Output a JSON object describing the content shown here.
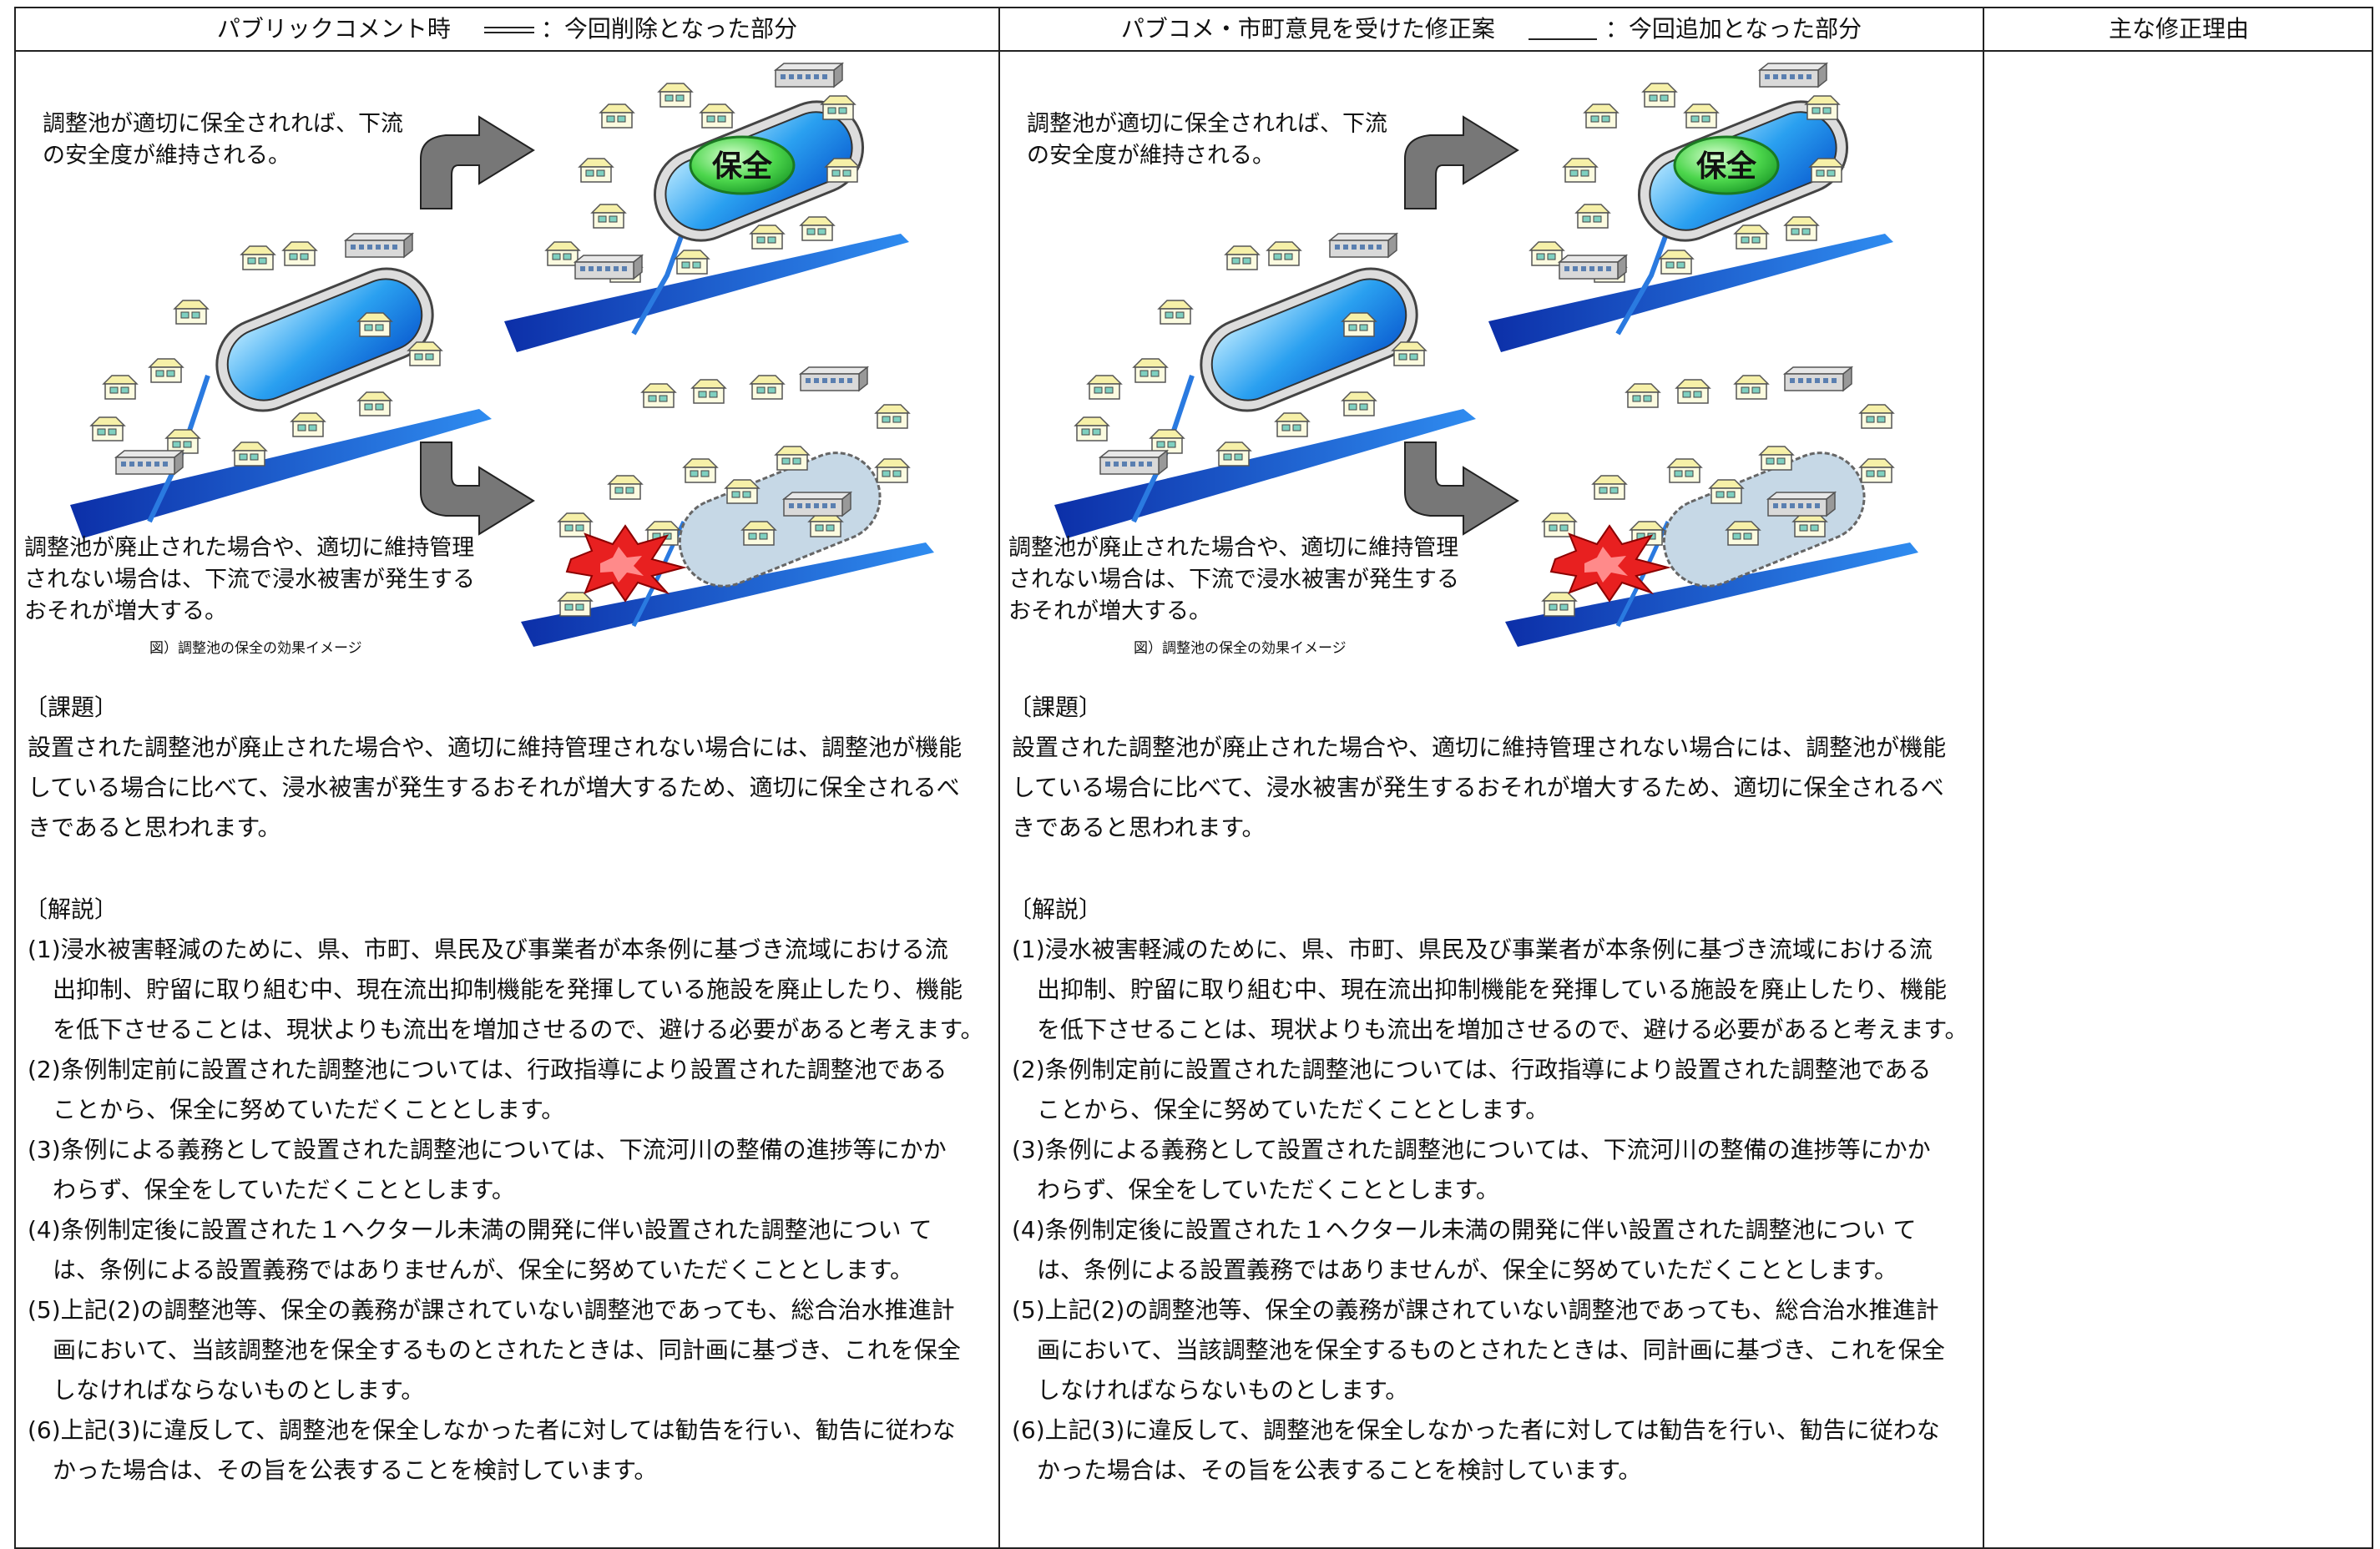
{
  "header": {
    "col1_title": "パブリックコメント時",
    "col1_legend": "：今回削除となった部分",
    "col2_title": "パブコメ・市町意見を受けた修正案",
    "col2_legend": "：今回追加となった部分",
    "col3_title": "主な修正理由"
  },
  "figure": {
    "text_top_l1": "調整池が適切に保全されれば、下流",
    "text_top_l2": "の安全度が維持される。",
    "text_bottom_l1": "調整池が廃止された場合や、適切に維持管理",
    "text_bottom_l2": "されない場合は、下流で浸水被害が発生する",
    "text_bottom_l3": "おそれが増大する。",
    "badge": "保全",
    "caption": "図）調整池の保全の効果イメージ",
    "colors": {
      "water": "#1e90ff",
      "river": "#1a4fd0",
      "badge": "#4cd64c",
      "arrow": "#6f6f6f",
      "burst": "#e82020"
    }
  },
  "body": {
    "kadai_title": "〔課題〕",
    "kadai_l1": "設置された調整池が廃止された場合や、適切に維持管理されない場合には、調整池が機能",
    "kadai_l2": "している場合に比べて、浸水被害が発生するおそれが増大するため、適切に保全されるべ",
    "kadai_l3": "きであると思われます。",
    "kaisetsu_title": "〔解説〕",
    "i1_l1": "(1)浸水被害軽減のために、県、市町、県民及び事業者が本条例に基づき流域における流",
    "i1_l2": "出抑制、貯留に取り組む中、現在流出抑制機能を発揮している施設を廃止したり、機能",
    "i1_l3": "を低下させることは、現状よりも流出を増加させるので、避ける必要があると考えます。",
    "i2_l1": "(2)条例制定前に設置された調整池については、行政指導により設置された調整池である",
    "i2_l2": "ことから、保全に努めていただくこととします。",
    "i3_l1": "(3)条例による義務として設置された調整池については、下流河川の整備の進捗等にかか",
    "i3_l2": "わらず、保全をしていただくこととします。",
    "i4_l1": "(4)条例制定後に設置された１ヘクタール未満の開発に伴い設置された調整池につい て",
    "i4_l2": "は、条例による設置義務ではありませんが、保全に努めていただくこととします。",
    "i5_l1": "(5)上記(2)の調整池等、保全の義務が課されていない調整池であっても、総合治水推進計",
    "i5_l2": "画において、当該調整池を保全するものとされたときは、同計画に基づき、これを保全",
    "i5_l3": "しなければならないものとします。",
    "i6_l1": "(6)上記(3)に違反して、調整池を保全しなかった者に対しては勧告を行い、勧告に従わな",
    "i6_l2": "かった場合は、その旨を公表することを検討しています。"
  }
}
